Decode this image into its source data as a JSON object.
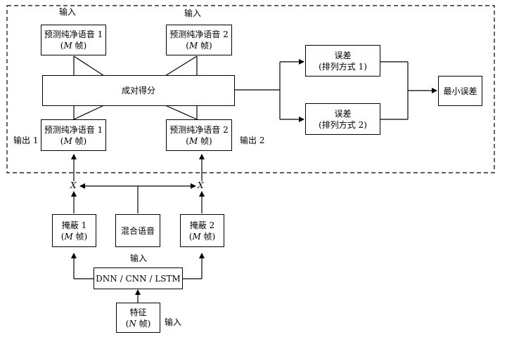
{
  "labels": {
    "input_top_left": "输入",
    "input_top_right": "输入",
    "output_1": "输出 1",
    "output_2": "输出 2",
    "input_middle": "输入",
    "input_bottom": "输入",
    "x_left": "X",
    "x_right": "X"
  },
  "boxes": {
    "pred_input_1": {
      "line1": "预测纯净语音 1",
      "line2_pre": "(",
      "line2_var": "M",
      "line2_post": " 帧)"
    },
    "pred_input_2": {
      "line1": "预测纯净语音 2",
      "line2_pre": "(",
      "line2_var": "M",
      "line2_post": " 帧)"
    },
    "pairwise_score": "成对得分",
    "pred_output_1": {
      "line1": "预测纯净语音 1",
      "line2_pre": "(",
      "line2_var": "M",
      "line2_post": " 帧)"
    },
    "pred_output_2": {
      "line1": "预测纯净语音 2",
      "line2_pre": "(",
      "line2_var": "M",
      "line2_post": " 帧)"
    },
    "error_perm_1": {
      "line1": "误差",
      "line2": "(排列方式 1)"
    },
    "error_perm_2": {
      "line1": "误差",
      "line2": "(排列方式 2)"
    },
    "min_error": "最小误差",
    "mask_1": {
      "line1": "掩蔽 1",
      "line2_pre": "(",
      "line2_var": "M",
      "line2_post": " 帧)"
    },
    "mixed_speech": "混合语音",
    "mask_2": {
      "line1": "掩蔽 2",
      "line2_pre": "(",
      "line2_var": "M",
      "line2_post": " 帧)"
    },
    "network": "DNN / CNN / LSTM",
    "features": {
      "line1": "特征",
      "line2_pre": "(",
      "line2_var": "N",
      "line2_post": " 帧)"
    }
  }
}
